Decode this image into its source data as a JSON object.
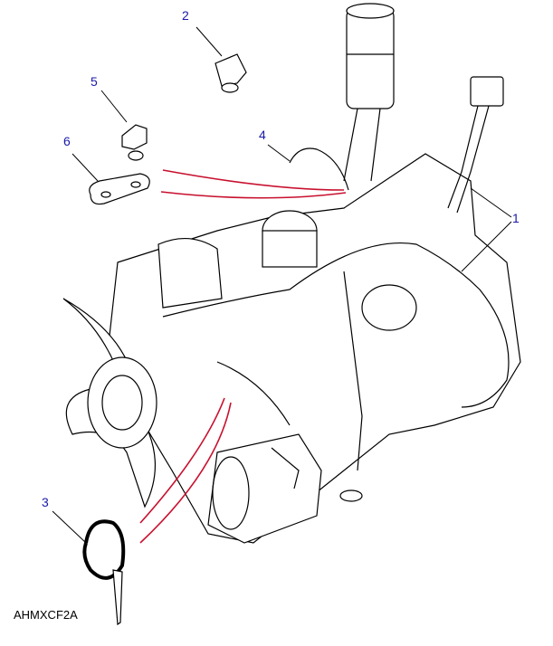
{
  "diagram": {
    "reference_code": "AHMXCF2A",
    "callouts": [
      {
        "number": "1",
        "part": "wiring-harness"
      },
      {
        "number": "2",
        "part": "harness-clip"
      },
      {
        "number": "3",
        "part": "cable-tie"
      },
      {
        "number": "4",
        "part": "wire-loop"
      },
      {
        "number": "5",
        "part": "p-clip"
      },
      {
        "number": "6",
        "part": "mounting-plate"
      }
    ],
    "colors": {
      "callout": "#1a1aa8",
      "highlight": "#c8102e",
      "line": "#000000"
    }
  }
}
